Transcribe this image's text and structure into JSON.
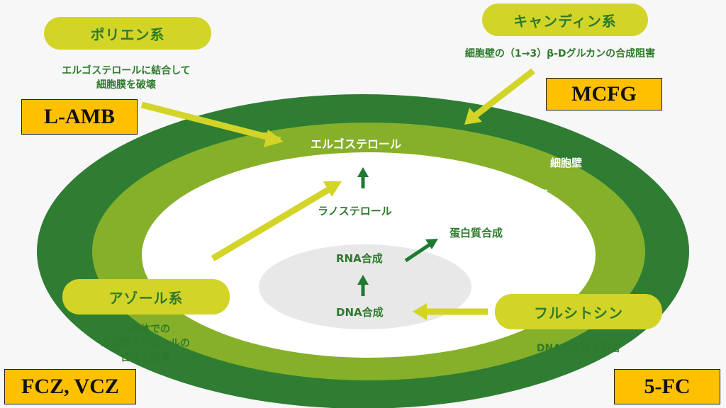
{
  "classes": {
    "polyene": {
      "name": "ポリエン系",
      "mechanism_line1": "エルゴステロールに結合して",
      "mechanism_line2": "細胞膜を破壊",
      "drug": "L-AMB"
    },
    "candin": {
      "name": "キャンディン系",
      "mechanism": "細胞壁の（1→3）β-Dグルカンの合成阻害",
      "drug": "MCFG"
    },
    "azole": {
      "name": "アゾール系",
      "mechanism_line1": "小胞体での",
      "mechanism_line2": "エルゴステロールの",
      "mechanism_line3": "合成を阻害",
      "drug": "FCZ, VCZ"
    },
    "flucytosine": {
      "name": "フルシトシン",
      "mechanism": "DNAの合成を阻害",
      "drug": "5-FC"
    }
  },
  "cell": {
    "cell_wall": "細胞壁",
    "cell_membrane": "細胞膜",
    "ergosterol": "エルゴステロール",
    "lanosterol": "ラノステロール",
    "protein_synthesis": "蛋白質合成",
    "rna_synthesis": "RNA合成",
    "dna_synthesis": "DNA合成"
  },
  "colors": {
    "cell_wall": "#2e7d32",
    "cell_membrane": "#86b02a",
    "cytoplasm": "#ffffff",
    "nucleus": "#e8e8e8",
    "pill": "#d2d428",
    "drug_box": "#ffc000",
    "text_green": "#2e7a2c"
  }
}
